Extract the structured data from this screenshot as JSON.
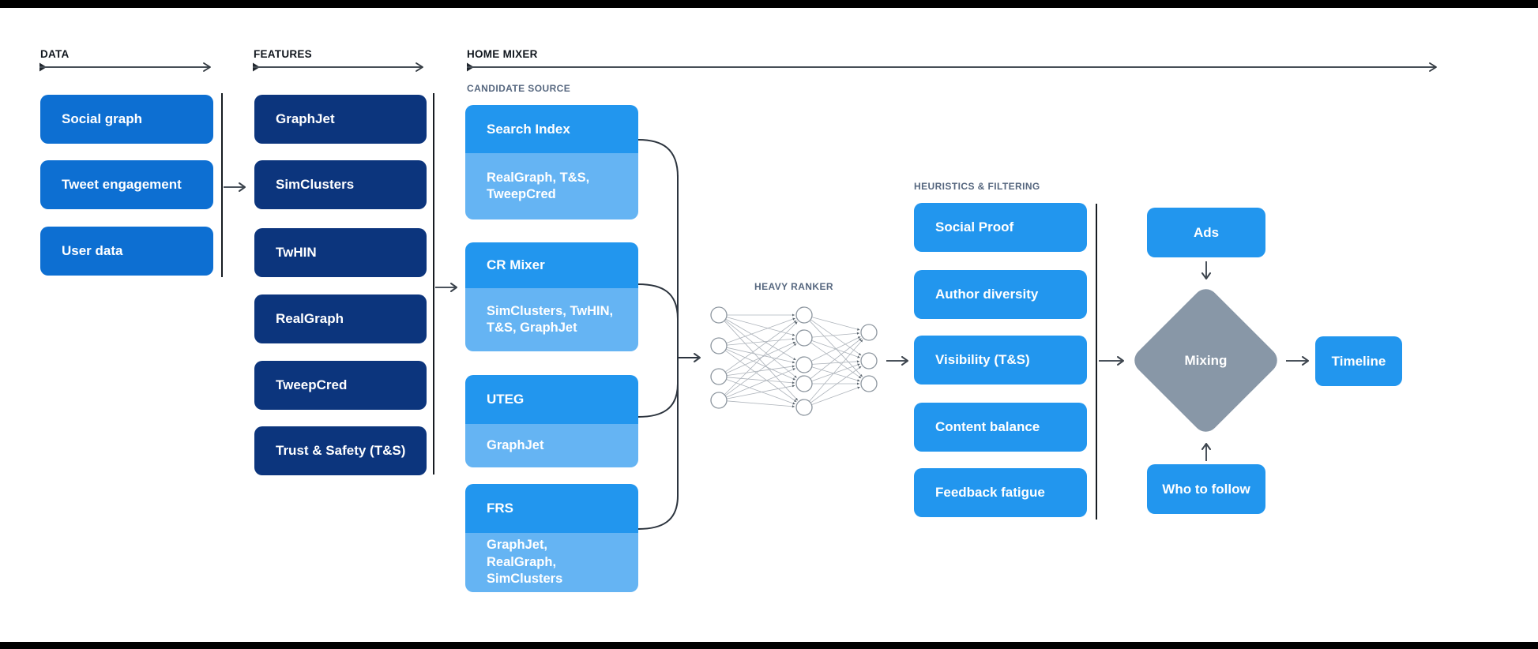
{
  "sections": {
    "data": {
      "title": "DATA",
      "boxes": [
        "Social graph",
        "Tweet engagement",
        "User data"
      ]
    },
    "features": {
      "title": "FEATURES",
      "boxes": [
        "GraphJet",
        "SimClusters",
        "TwHIN",
        "RealGraph",
        "TweepCred",
        "Trust & Safety (T&S)"
      ]
    },
    "home_mixer": {
      "title": "HOME MIXER",
      "candidate_source": {
        "title": "CANDIDATE SOURCE",
        "stacks": [
          {
            "name": "Search Index",
            "inputs": "RealGraph, T&S, TweepCred"
          },
          {
            "name": "CR Mixer",
            "inputs": "SimClusters, TwHIN, T&S, GraphJet"
          },
          {
            "name": "UTEG",
            "inputs": "GraphJet"
          },
          {
            "name": "FRS",
            "inputs": "GraphJet, RealGraph, SimClusters"
          }
        ]
      },
      "heavy_ranker": {
        "title": "HEAVY RANKER"
      },
      "heuristics": {
        "title": "HEURISTICS & FILTERING",
        "boxes": [
          "Social Proof",
          "Author diversity",
          "Visibility (T&S)",
          "Content balance",
          "Feedback fatigue"
        ]
      },
      "mixing": {
        "ads": "Ads",
        "diamond": "Mixing",
        "who_to_follow": "Who to follow",
        "timeline": "Timeline"
      }
    }
  },
  "colors": {
    "data_box": "#0d6fd2",
    "feature_box": "#0c357d",
    "bright_box": "#2296ee",
    "source_sub_box": "#65b4f3",
    "mixing_diamond": "#8897a7",
    "subheader_text": "#56677f",
    "background": "#ffffff",
    "letterbox_bar": "#000000"
  }
}
